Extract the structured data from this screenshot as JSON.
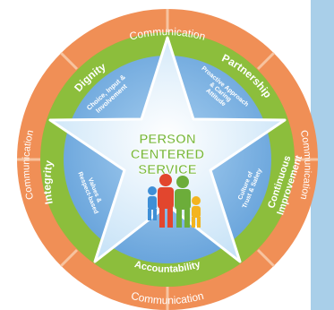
{
  "outer_ring": {
    "top": "Communication",
    "bottom": "Communication",
    "left": "Communication",
    "right": "Communication"
  },
  "green_ring": {
    "dignity": "Dignity",
    "partnership": "Partnership",
    "integrity": "Integrity",
    "continuous_improvement_1": "Continuous",
    "continuous_improvement_2": "Improvement",
    "accountability": "Accountability"
  },
  "star_points": {
    "choice_1": "Choice, Input &",
    "choice_2": "Involvement",
    "proactive_1": "Proactive Approach",
    "proactive_2": "& Caring",
    "proactive_3": "Attitude",
    "values_1": "Values &",
    "values_2": "Respect-based",
    "culture_1": "Culture of",
    "culture_2": "Trust & Safety"
  },
  "center": {
    "line1": "PERSON",
    "line2": "CENTERED",
    "line3": "SERVICE"
  },
  "colors": {
    "outer_ring": "#f08f56",
    "outer_ring_dark": "#e36f33",
    "green_ring": "#8cbe3c",
    "inner_disc": "#7fb4e4",
    "star": "#dbeefb",
    "center_text": "#78b83b",
    "side_panel": "#a9cfe9",
    "person_red": "#e2462e",
    "person_green": "#6cad3a",
    "person_blue": "#3f8fd6",
    "person_yellow": "#f3b41f"
  }
}
